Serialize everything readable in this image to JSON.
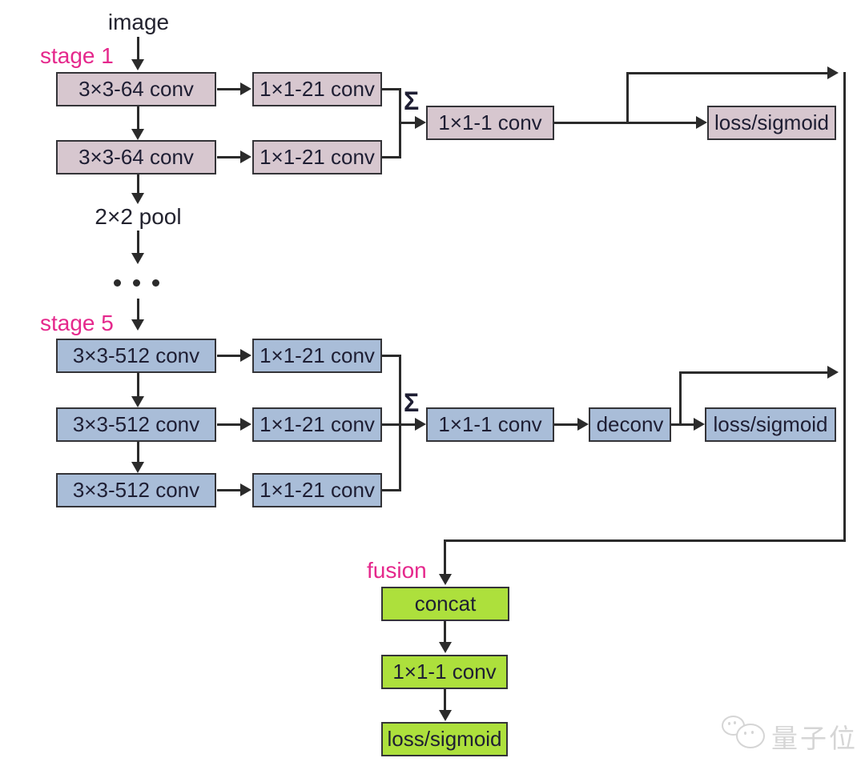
{
  "diagram": {
    "input_label": "image",
    "pool_label": "2×2 pool",
    "sum_symbol": "Σ",
    "stage1": {
      "label": "stage 1",
      "conv_rows": [
        "3×3-64 conv",
        "3×3-64 conv"
      ],
      "side_rows": [
        "1×1-21 conv",
        "1×1-21 conv"
      ],
      "fuse_label": "1×1-1 conv",
      "loss_label": "loss/sigmoid"
    },
    "stage5": {
      "label": "stage 5",
      "conv_rows": [
        "3×3-512 conv",
        "3×3-512 conv",
        "3×3-512 conv"
      ],
      "side_rows": [
        "1×1-21 conv",
        "1×1-21 conv",
        "1×1-21 conv"
      ],
      "fuse_label": "1×1-1 conv",
      "deconv_label": "deconv",
      "loss_label": "loss/sigmoid"
    },
    "fusion": {
      "label": "fusion",
      "concat_label": "concat",
      "fuse_label": "1×1-1 conv",
      "loss_label": "loss/sigmoid"
    },
    "watermark_text": "量子位",
    "colors": {
      "stage1_box_fill": "#d7c7cf",
      "stage5_box_fill": "#a9bdd8",
      "fusion_box_fill": "#ade03c",
      "stage_label_color": "#e5288c",
      "line_color": "#2b2b2b",
      "box_text_color": "#1e1e33",
      "watermark_color": "#d5d5d5"
    }
  }
}
